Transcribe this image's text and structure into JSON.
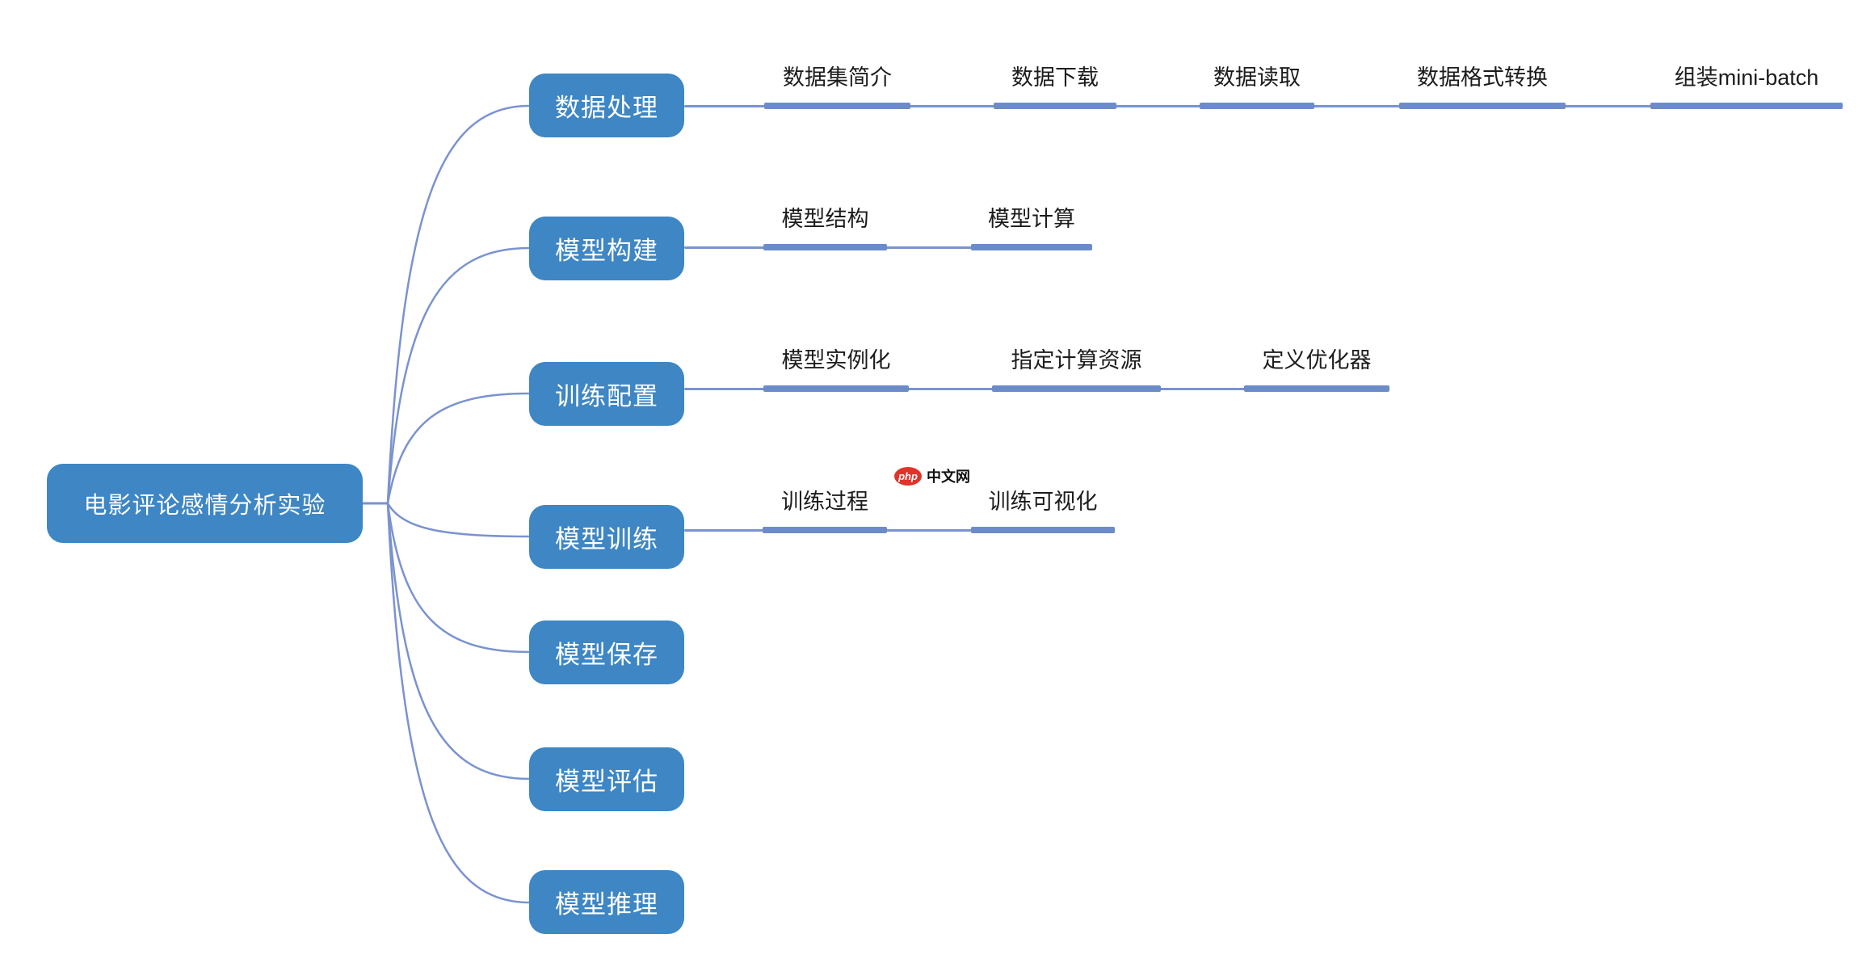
{
  "root": {
    "label": "电影评论感情分析实验"
  },
  "branches": [
    {
      "label": "数据处理",
      "children": [
        {
          "label": "数据集简介"
        },
        {
          "label": "数据下载"
        },
        {
          "label": "数据读取"
        },
        {
          "label": "数据格式转换"
        },
        {
          "label": "组装mini-batch"
        }
      ]
    },
    {
      "label": "模型构建",
      "children": [
        {
          "label": "模型结构"
        },
        {
          "label": "模型计算"
        }
      ]
    },
    {
      "label": "训练配置",
      "children": [
        {
          "label": "模型实例化"
        },
        {
          "label": "指定计算资源"
        },
        {
          "label": "定义优化器"
        }
      ]
    },
    {
      "label": "模型训练",
      "children": [
        {
          "label": "训练过程"
        },
        {
          "label": "训练可视化"
        }
      ]
    },
    {
      "label": "模型保存",
      "children": []
    },
    {
      "label": "模型评估",
      "children": []
    },
    {
      "label": "模型推理",
      "children": []
    }
  ],
  "watermark": {
    "logo_text": "php",
    "site_text": "中文网"
  },
  "colors": {
    "topic_fill": "#3E86C4",
    "topic_text": "#ffffff",
    "bar_color": "#6B8CC9",
    "line_color": "#7A93CF",
    "label_text": "#1c1c1e",
    "watermark_red": "#E0342B",
    "background": "#ffffff"
  }
}
